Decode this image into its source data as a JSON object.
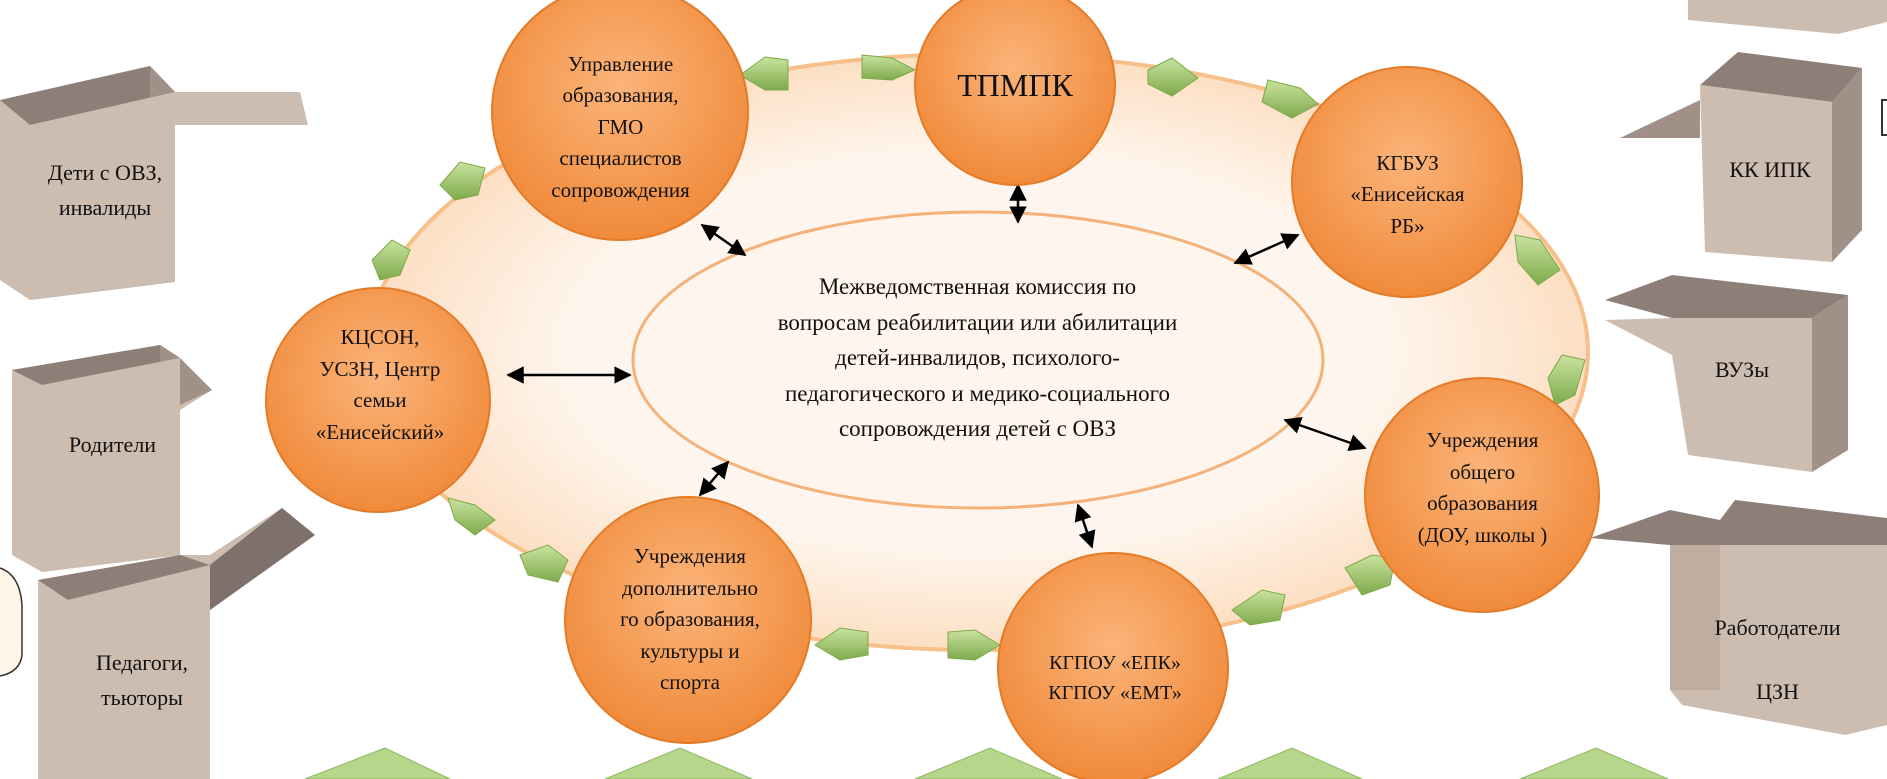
{
  "colors": {
    "circle": "#f59a4e",
    "circle_edge": "#e07a2a",
    "ring_fill": "#fde1c6",
    "center_fill": "#fff2e6",
    "box_front": "#cdbcb0",
    "box_side": "#a09088",
    "box_top": "#8d7f78",
    "arrow_green": "#9bc36a",
    "tile_green": "#b8d98e"
  },
  "center": {
    "text": "Межведомственная комиссия по\nвопросам реабилитации  или абилитации\nдетей-инвалидов, психолого-\nпедагогического и медико-социального\nсопровождения детей с ОВЗ"
  },
  "circles": {
    "tpmpk": "ТПМПК",
    "kgbuz": "КГБУЗ\n«Енисейская\nРБ»",
    "obshee": "Учреждения\nобщего\nобразования\n(ДОУ, школы )",
    "kgpou": "КГПОУ «ЕПК»\nКГПОУ «ЕМТ»",
    "dop": "Учреждения\nдополнительно\nго образования,\nкультуры и\nспорта",
    "kcson": "КЦСОН,\nУСЗН, Центр\nсемьи\n«Енисейский»",
    "upravlenie": "Управление\nобразования,\nГМО\nспециалистов\nсопровождения"
  },
  "boxes": {
    "deti": "Дети с ОВЗ,\nинвалиды",
    "roditeli": "Родители",
    "pedagogi": "Педагоги,\nтьюторы",
    "kk_ipk": "КК ИПК",
    "vuzy": "ВУЗы",
    "rabotodateli": "Работодатели\n\nЦЗН"
  }
}
